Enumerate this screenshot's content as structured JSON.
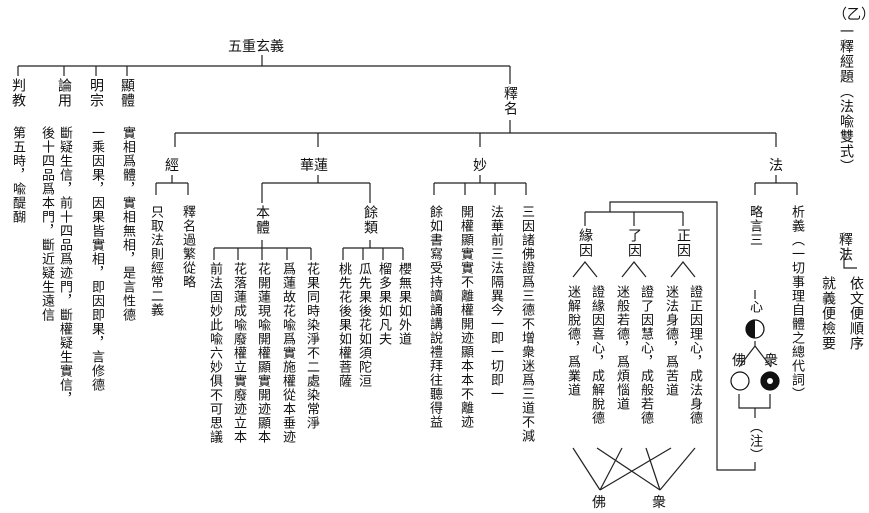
{
  "section": "（乙）",
  "side_title": "一釋經題（法喩雙式）",
  "side_method": "釋法",
  "side_method_items": [
    "依文便順序",
    "就義便檢要"
  ],
  "root": "五重玄義",
  "branches": {
    "explain_name": "釋名",
    "explain_body": "顯體",
    "clarify_doctrine": "明宗",
    "discuss_function": "論用",
    "judge_teaching": "判教"
  },
  "explain_body_text": "實相爲體，實相無相，是言性德",
  "clarify_doctrine_text": "一乘因果，因果皆實相，即因即果，言修德",
  "discuss_function_text": [
    "斷疑生信，前十四品爲迹門，斷權疑生實信，",
    "後十四品爲本門，斷近疑生遠信"
  ],
  "judge_teaching_text": "第五時，喩醍醐",
  "name_parts": {
    "sutra": "經",
    "lotus": "華蓮",
    "wondrous": "妙",
    "dharma": "法"
  },
  "sutra_items": [
    "只取法則經常二義",
    "釋名過繁從略"
  ],
  "lotus_subs": {
    "essence": "本體",
    "metaphor": "餘類"
  },
  "lotus_essence_items": [
    "花果同時染淨不二處染常淨",
    "爲蓮故花喩爲實施權從本垂迹",
    "花開蓮現喩開權顯實開迹顯本",
    "花落蓮成喩廢權立實廢迹立本",
    "前法固妙此喩六妙俱不可思議"
  ],
  "lotus_metaphor_items": [
    "櫻無果如外道",
    "榴多果如凡夫",
    "瓜先果後花如須陀洹",
    "桃先花後果如權菩薩"
  ],
  "wondrous_items": [
    "三因諸佛證爲三德不增衆迷爲三道不減",
    "法華前三法隔異今一即一切即一",
    "開權顯實實不離權開迹顯本本不離迹",
    "餘如書寫受持讀誦講說禮拜往聽得益"
  ],
  "dharma_items": {
    "analyze": "析義（一切事理自體之總代詞）",
    "brief": "略言三",
    "mind": "心",
    "buddha": "佛",
    "beings": "衆",
    "note": "（注）"
  },
  "causes": {
    "proper": "正因",
    "understanding": "了因",
    "conditional": "緣因"
  },
  "cause_text": {
    "proper": [
      "證正因理心，成法身德",
      "迷法身德，爲苦道"
    ],
    "understanding": [
      "證了因慧心，成般若德",
      "迷般若德，爲煩惱道"
    ],
    "conditional": [
      "證緣因喜心，成解脫德",
      "迷解脫德，爲業道"
    ]
  },
  "bottom": {
    "buddha": "佛",
    "beings": "衆"
  }
}
